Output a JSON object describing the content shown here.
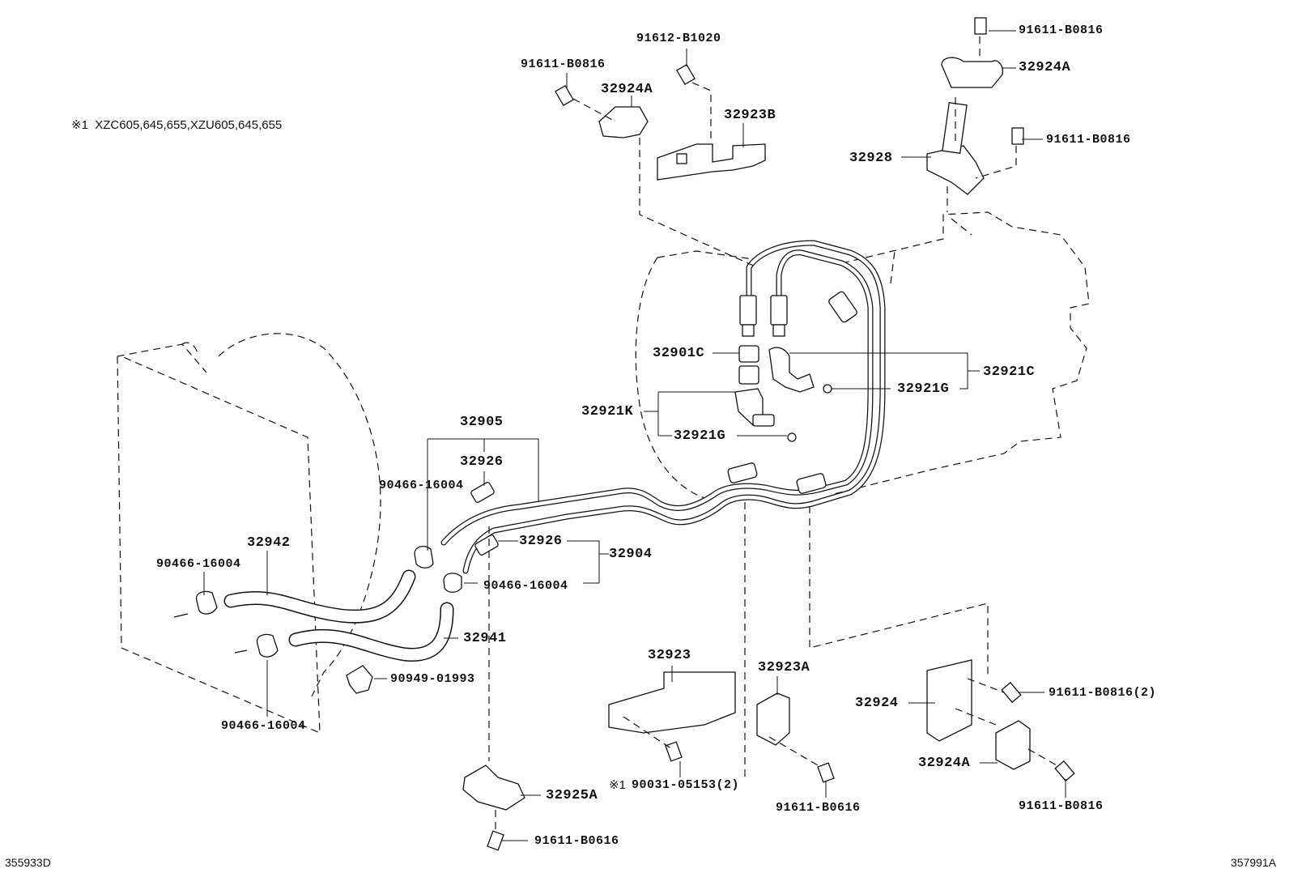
{
  "note": {
    "marker": "※1",
    "text": "XZC605,645,655,XZU605,645,655"
  },
  "labels": {
    "p91612_B1020": "91612-B1020",
    "p91611_B0816_top_left": "91611-B0816",
    "p32924A_top_left": "32924A",
    "p32923B": "32923B",
    "p91611_B0816_top_right": "91611-B0816",
    "p32924A_top_right": "32924A",
    "p91611_B0816_right": "91611-B0816",
    "p32928": "32928",
    "p32901C": "32901C",
    "p32921C": "32921C",
    "p32921G_right": "32921G",
    "p32921K": "32921K",
    "p32921G_left": "32921G",
    "p32905": "32905",
    "p32926_upper": "32926",
    "p90466_16004_a": "90466-16004",
    "p32942": "32942",
    "p90466_16004_b": "90466-16004",
    "p32926_lower": "32926",
    "p32904": "32904",
    "p90466_16004_c": "90466-16004",
    "p32941": "32941",
    "p90949_01993": "90949-01993",
    "p90466_16004_d": "90466-16004",
    "p32923": "32923",
    "p32923A": "32923A",
    "p32924": "32924",
    "p91611_B0816_2": "91611-B0816(2)",
    "p32924A_bottom": "32924A",
    "p91611_B0816_bottom": "91611-B0816",
    "p32925A": "32925A",
    "p90031_05153": "90031-05153(2)",
    "p90031_marker": "※1",
    "p91611_B0616_mid": "91611-B0616",
    "p91611_B0616_bottom": "91611-B0616"
  },
  "footer": {
    "left_code": "355933D",
    "right_code": "357991A"
  }
}
